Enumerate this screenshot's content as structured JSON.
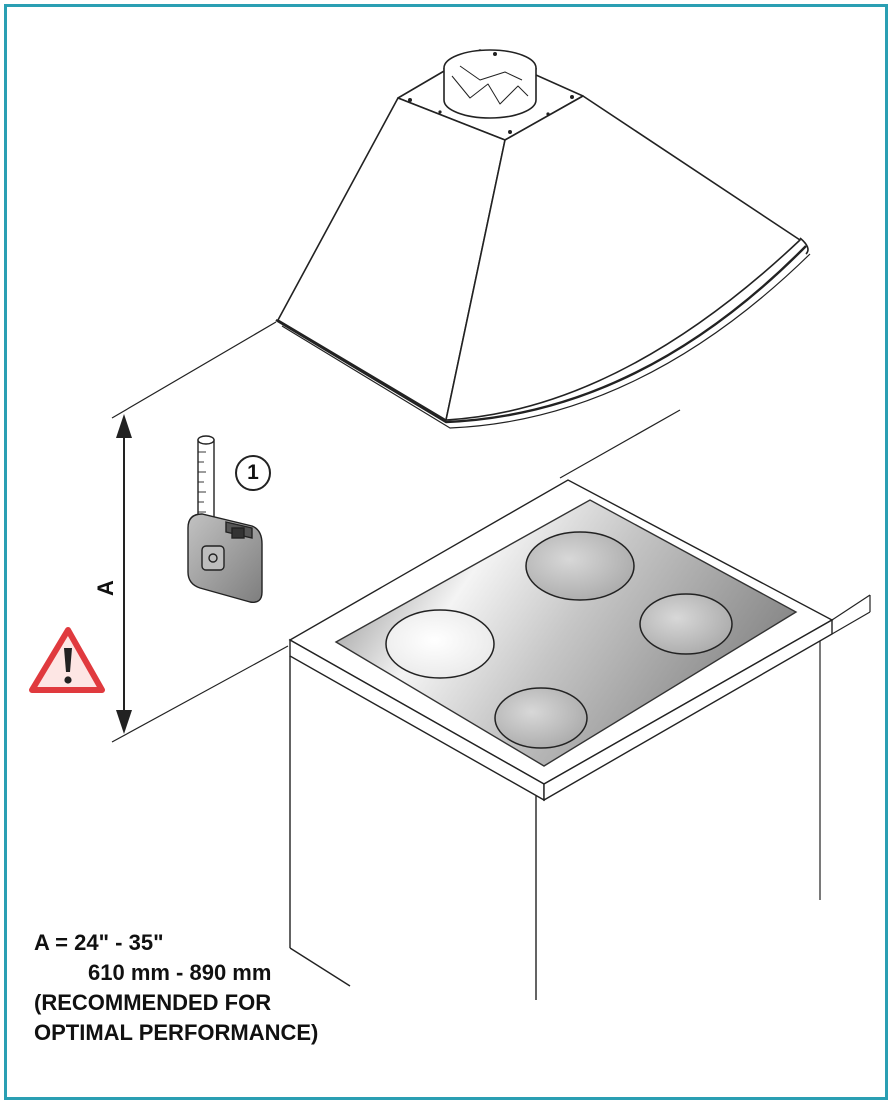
{
  "diagram": {
    "dimension_label": "A",
    "callout_number": "1",
    "spec_line_1": "A = 24\" - 35\"",
    "spec_line_2": "610 mm - 890 mm",
    "spec_line_3": "(RECOMMENDED FOR",
    "spec_line_4": "OPTIMAL PERFORMANCE)"
  },
  "colors": {
    "frame_border": "#2a9fb3",
    "warning_red": "#e03a3e",
    "warning_fill": "#fde6e4",
    "line": "#222222",
    "tape_body": "#9a9a9a"
  },
  "icons": [
    "range-hood-icon",
    "tape-measure-icon",
    "warning-triangle-icon",
    "cooktop-icon"
  ]
}
